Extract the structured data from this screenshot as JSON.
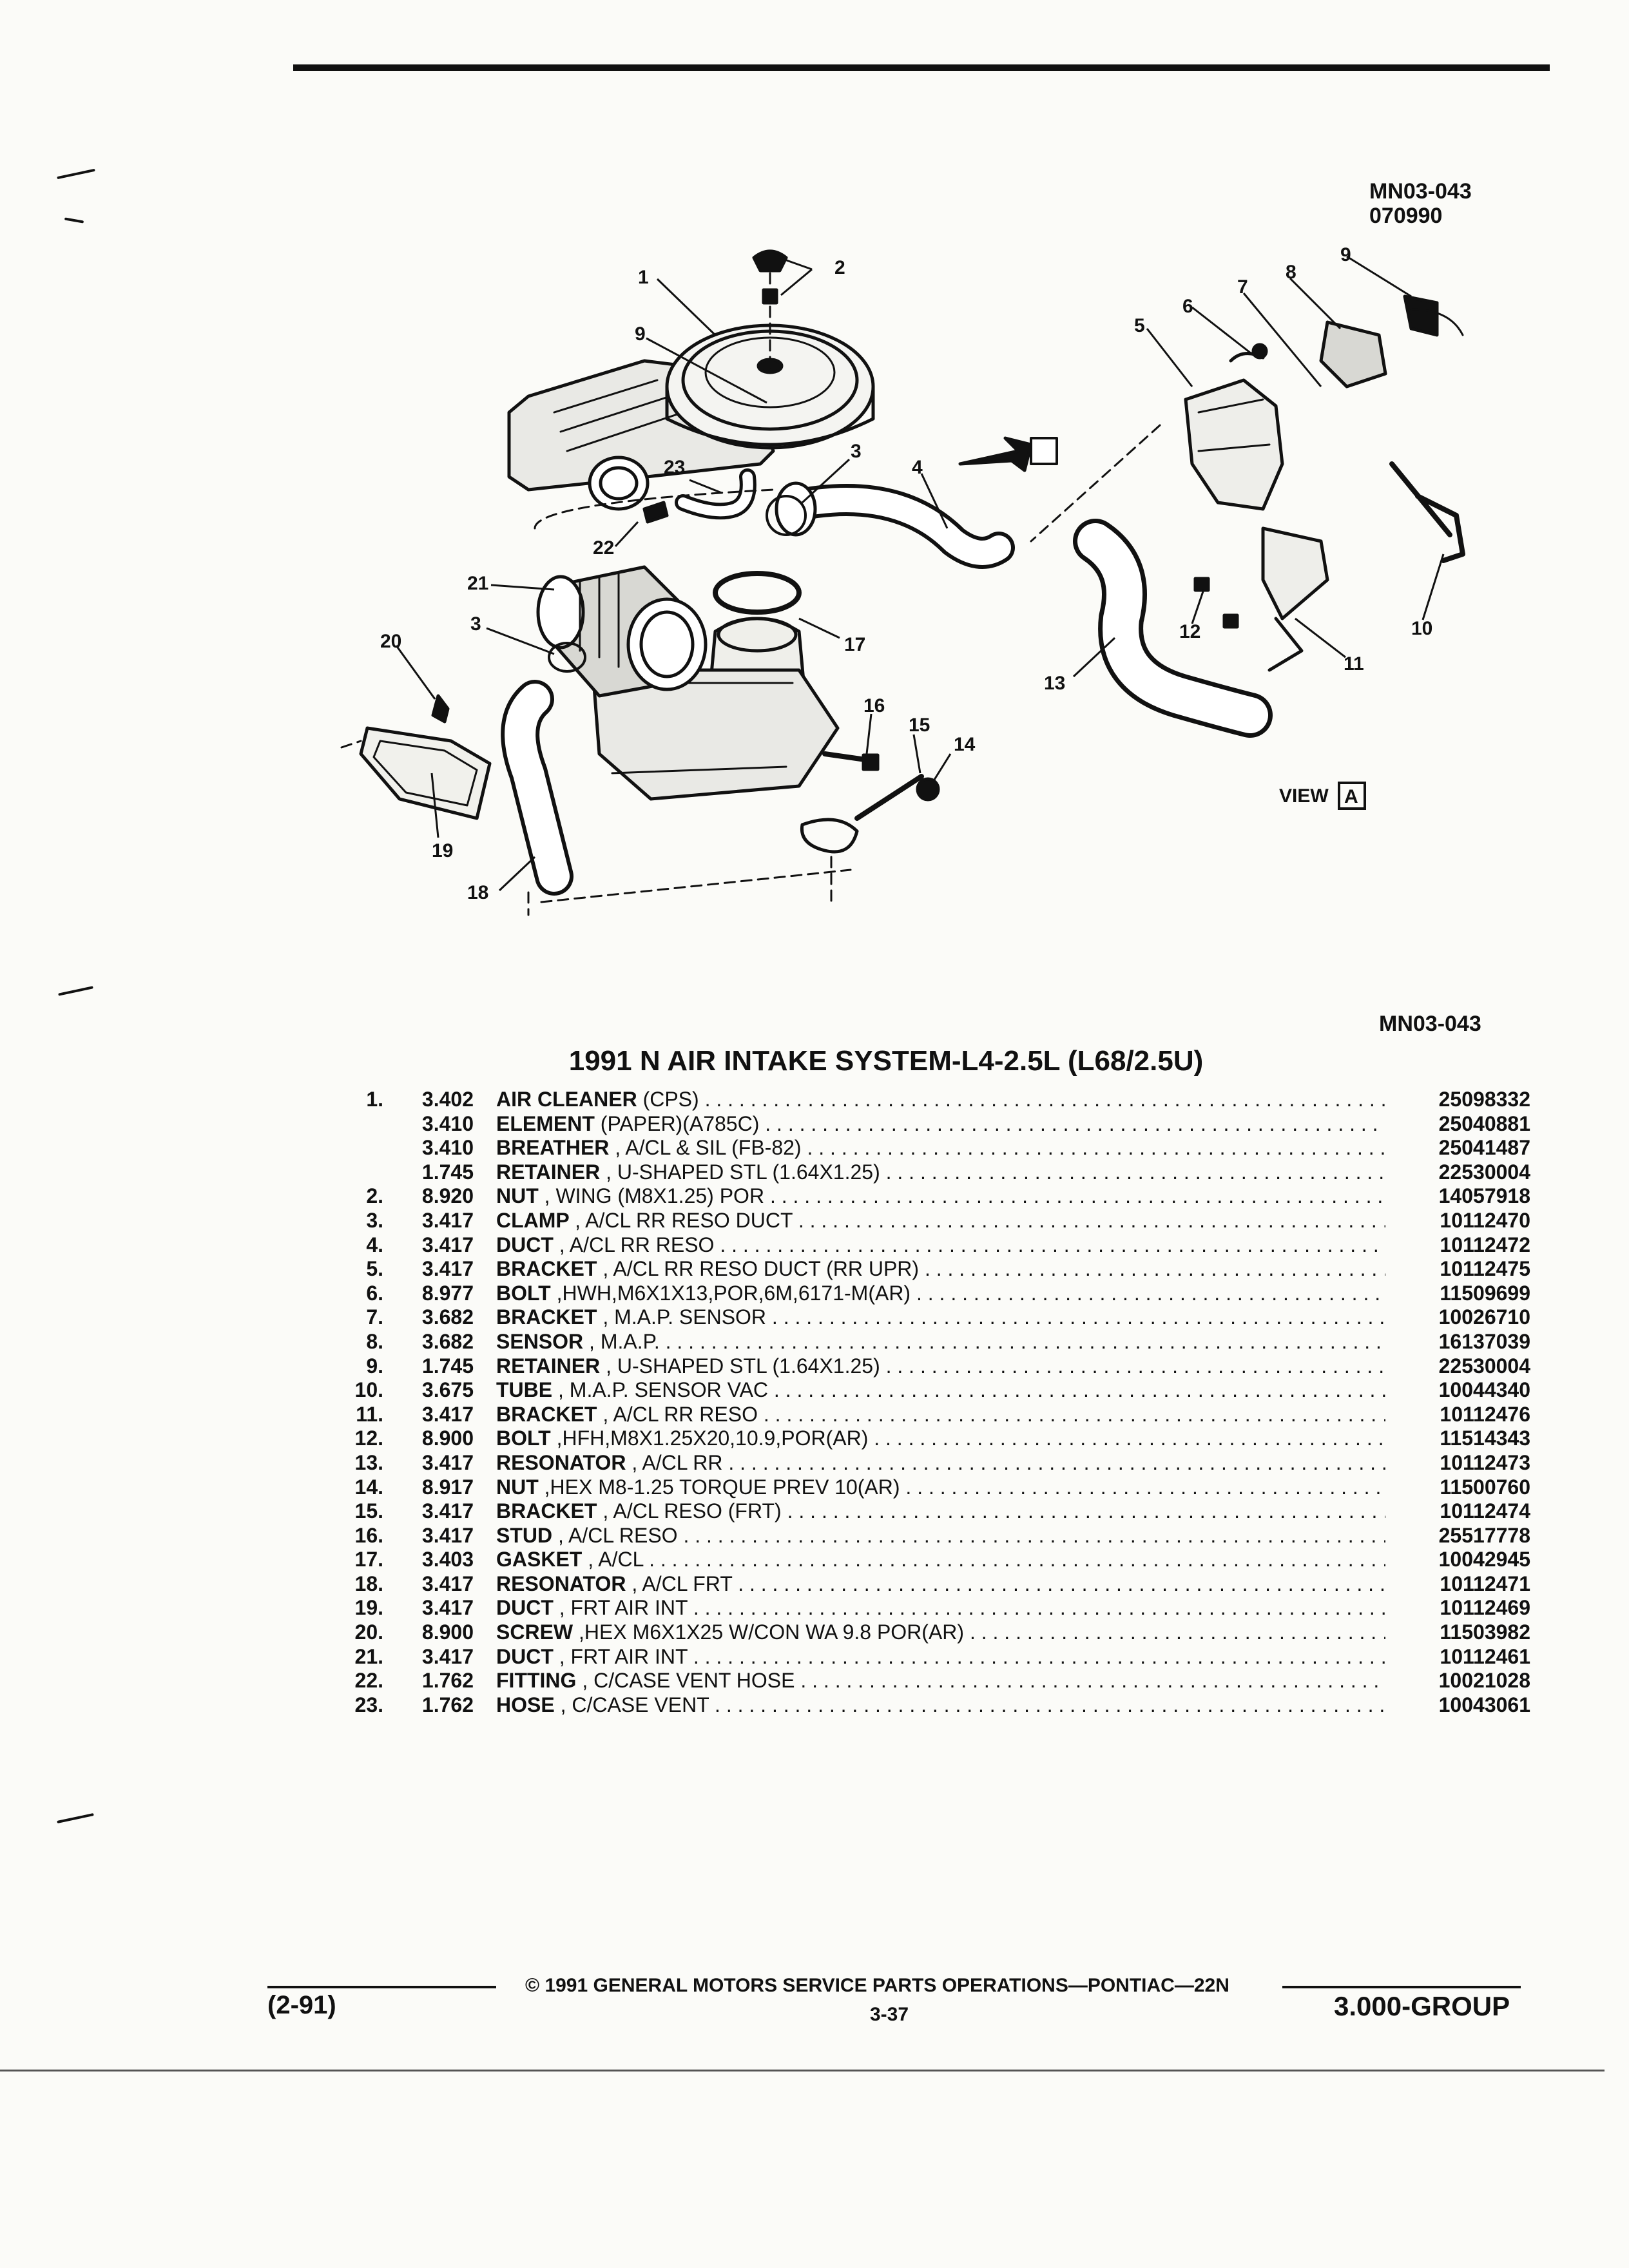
{
  "header": {
    "ref_code": "MN03-043",
    "ref_date": "070990"
  },
  "diagram": {
    "view_label": "VIEW",
    "view_letter": "A",
    "callouts": [
      "1",
      "2",
      "3",
      "4",
      "5",
      "6",
      "7",
      "8",
      "9",
      "10",
      "11",
      "12",
      "13",
      "14",
      "15",
      "16",
      "17",
      "18",
      "19",
      "20",
      "21",
      "22",
      "23",
      "3",
      "9"
    ]
  },
  "ref_code_2": "MN03-043",
  "title": "1991 N AIR INTAKE SYSTEM-L4-2.5L (L68/2.5U)",
  "parts": [
    {
      "idx": "1.",
      "grp": "3.402",
      "name": "AIR CLEANER",
      "spec": "(CPS)",
      "pn": "25098332"
    },
    {
      "idx": "",
      "grp": "3.410",
      "name": "ELEMENT",
      "spec": "(PAPER)(A785C)",
      "pn": "25040881"
    },
    {
      "idx": "",
      "grp": "3.410",
      "name": "BREATHER",
      "spec": ", A/CL & SIL (FB-82)",
      "pn": "25041487"
    },
    {
      "idx": "",
      "grp": "1.745",
      "name": "RETAINER",
      "spec": ", U-SHAPED STL (1.64X1.25)",
      "pn": "22530004"
    },
    {
      "idx": "2.",
      "grp": "8.920",
      "name": "NUT",
      "spec": ", WING (M8X1.25) POR",
      "pn": "14057918"
    },
    {
      "idx": "3.",
      "grp": "3.417",
      "name": "CLAMP",
      "spec": ", A/CL RR RESO DUCT",
      "pn": "10112470"
    },
    {
      "idx": "4.",
      "grp": "3.417",
      "name": "DUCT",
      "spec": ", A/CL RR RESO",
      "pn": "10112472"
    },
    {
      "idx": "5.",
      "grp": "3.417",
      "name": "BRACKET",
      "spec": ", A/CL RR RESO DUCT (RR UPR)",
      "pn": "10112475"
    },
    {
      "idx": "6.",
      "grp": "8.977",
      "name": "BOLT",
      "spec": ",HWH,M6X1X13,POR,6M,6171-M(AR)",
      "pn": "11509699"
    },
    {
      "idx": "7.",
      "grp": "3.682",
      "name": "BRACKET",
      "spec": ", M.A.P. SENSOR",
      "pn": "10026710"
    },
    {
      "idx": "8.",
      "grp": "3.682",
      "name": "SENSOR",
      "spec": ", M.A.P.",
      "pn": "16137039"
    },
    {
      "idx": "9.",
      "grp": "1.745",
      "name": "RETAINER",
      "spec": ", U-SHAPED STL (1.64X1.25)",
      "pn": "22530004"
    },
    {
      "idx": "10.",
      "grp": "3.675",
      "name": "TUBE",
      "spec": ", M.A.P. SENSOR VAC",
      "pn": "10044340"
    },
    {
      "idx": "11.",
      "grp": "3.417",
      "name": "BRACKET",
      "spec": ", A/CL RR RESO",
      "pn": "10112476"
    },
    {
      "idx": "12.",
      "grp": "8.900",
      "name": "BOLT",
      "spec": ",HFH,M8X1.25X20,10.9,POR(AR)",
      "pn": "11514343"
    },
    {
      "idx": "13.",
      "grp": "3.417",
      "name": "RESONATOR",
      "spec": ", A/CL RR",
      "pn": "10112473"
    },
    {
      "idx": "14.",
      "grp": "8.917",
      "name": "NUT",
      "spec": ",HEX M8-1.25 TORQUE PREV 10(AR)",
      "pn": "11500760"
    },
    {
      "idx": "15.",
      "grp": "3.417",
      "name": "BRACKET",
      "spec": ", A/CL RESO (FRT)",
      "pn": "10112474"
    },
    {
      "idx": "16.",
      "grp": "3.417",
      "name": "STUD",
      "spec": ", A/CL RESO",
      "pn": "25517778"
    },
    {
      "idx": "17.",
      "grp": "3.403",
      "name": "GASKET",
      "spec": ", A/CL",
      "pn": "10042945"
    },
    {
      "idx": "18.",
      "grp": "3.417",
      "name": "RESONATOR",
      "spec": ", A/CL FRT",
      "pn": "10112471"
    },
    {
      "idx": "19.",
      "grp": "3.417",
      "name": "DUCT",
      "spec": ", FRT AIR INT",
      "pn": "10112469"
    },
    {
      "idx": "20.",
      "grp": "8.900",
      "name": "SCREW",
      "spec": ",HEX M6X1X25 W/CON WA 9.8 POR(AR)",
      "pn": "11503982"
    },
    {
      "idx": "21.",
      "grp": "3.417",
      "name": "DUCT",
      "spec": ", FRT AIR INT",
      "pn": "10112461"
    },
    {
      "idx": "22.",
      "grp": "1.762",
      "name": "FITTING",
      "spec": ", C/CASE VENT HOSE",
      "pn": "10021028"
    },
    {
      "idx": "23.",
      "grp": "1.762",
      "name": "HOSE",
      "spec": ", C/CASE VENT",
      "pn": "10043061"
    }
  ],
  "footer": {
    "date_code": "(2-91)",
    "copyright": "© 1991 GENERAL MOTORS SERVICE PARTS OPERATIONS—PONTIAC—22N",
    "page": "3-37",
    "group": "3.000-GROUP"
  }
}
